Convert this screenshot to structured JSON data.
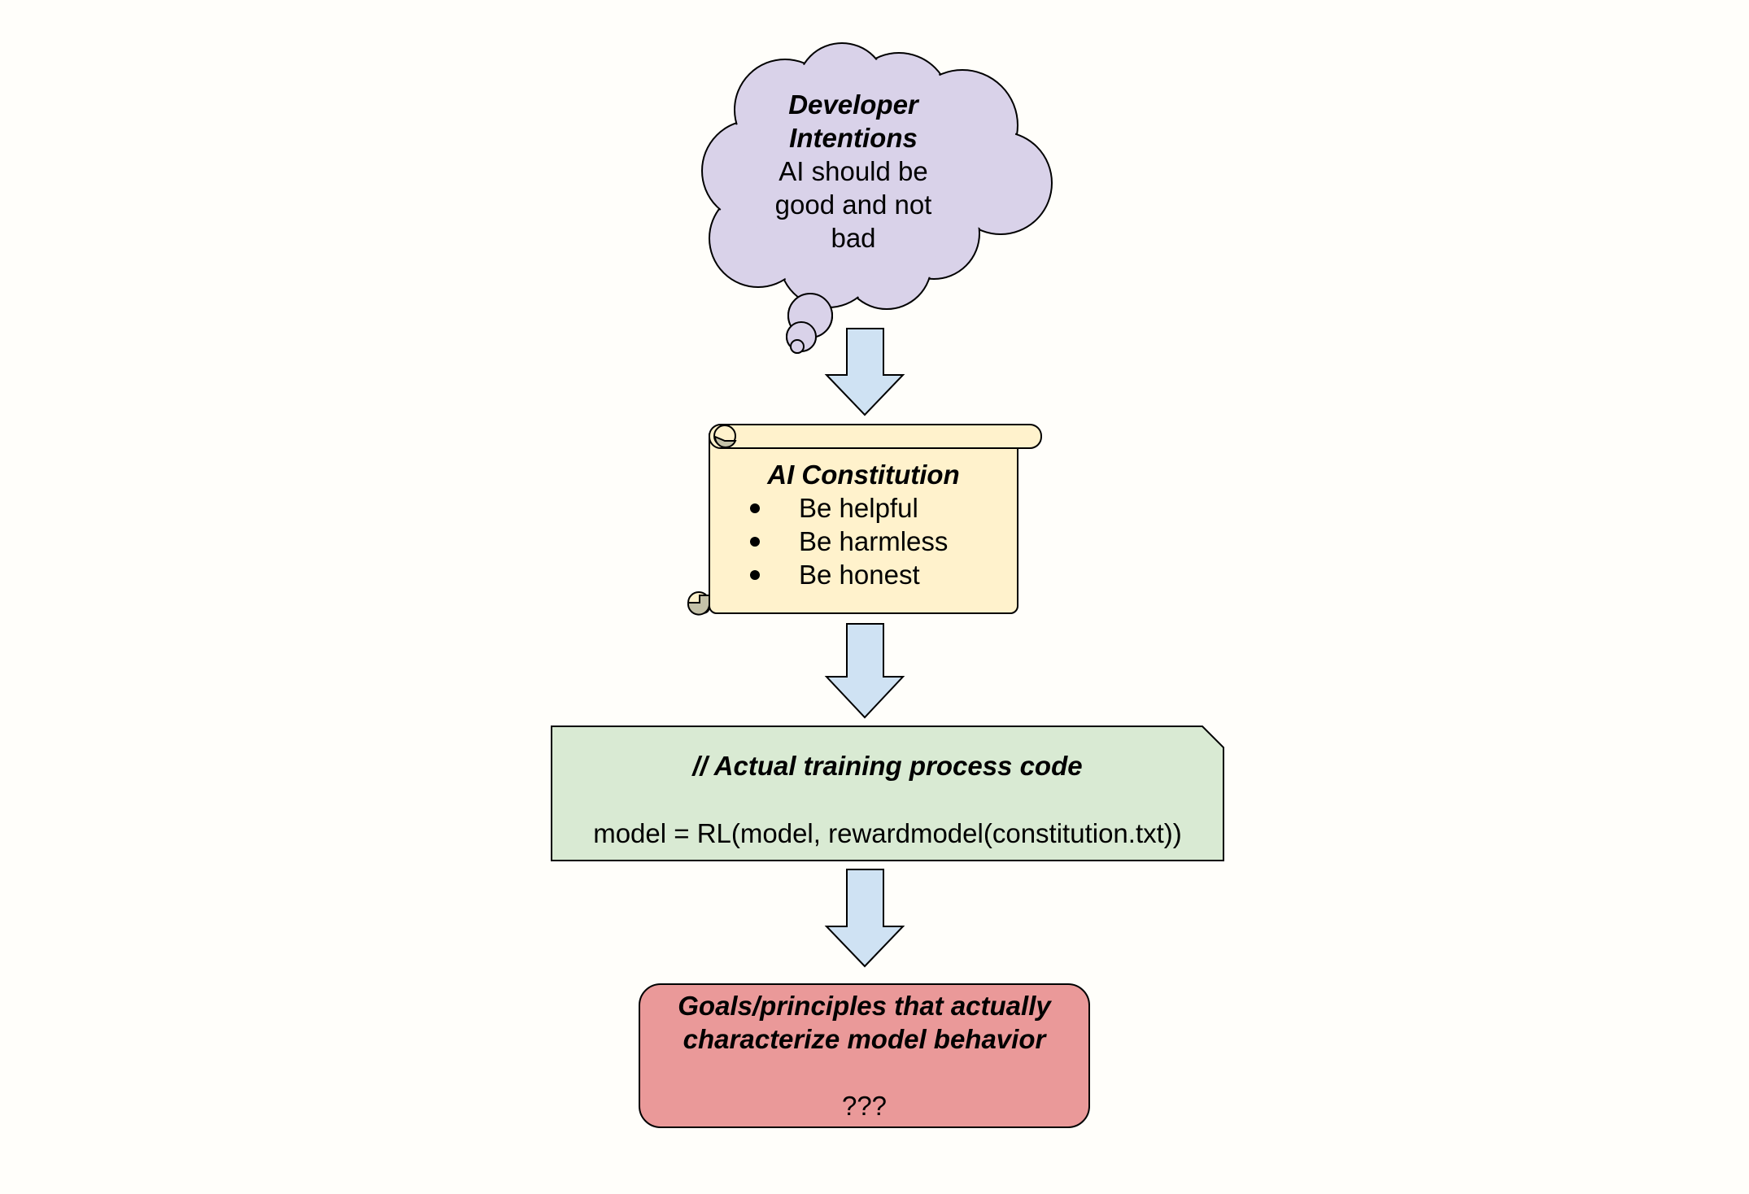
{
  "thought": {
    "title_line1": "Developer",
    "title_line2": "Intentions",
    "body_line1": "AI should be",
    "body_line2": "good and not",
    "body_line3": "bad",
    "fill": "#d9d2e9"
  },
  "constitution": {
    "title": "AI Constitution",
    "items": [
      "Be helpful",
      "Be harmless",
      "Be honest"
    ],
    "fill": "#fff2cc"
  },
  "code": {
    "comment": "// Actual training process code",
    "line": "model = RL(model, rewardmodel(constitution.txt))",
    "fill": "#d9ead3"
  },
  "result": {
    "title_line1": "Goals/principles that actually",
    "title_line2": "characterize model behavior",
    "body": "???",
    "fill": "#ea9999"
  },
  "arrow_fill": "#cfe2f3"
}
